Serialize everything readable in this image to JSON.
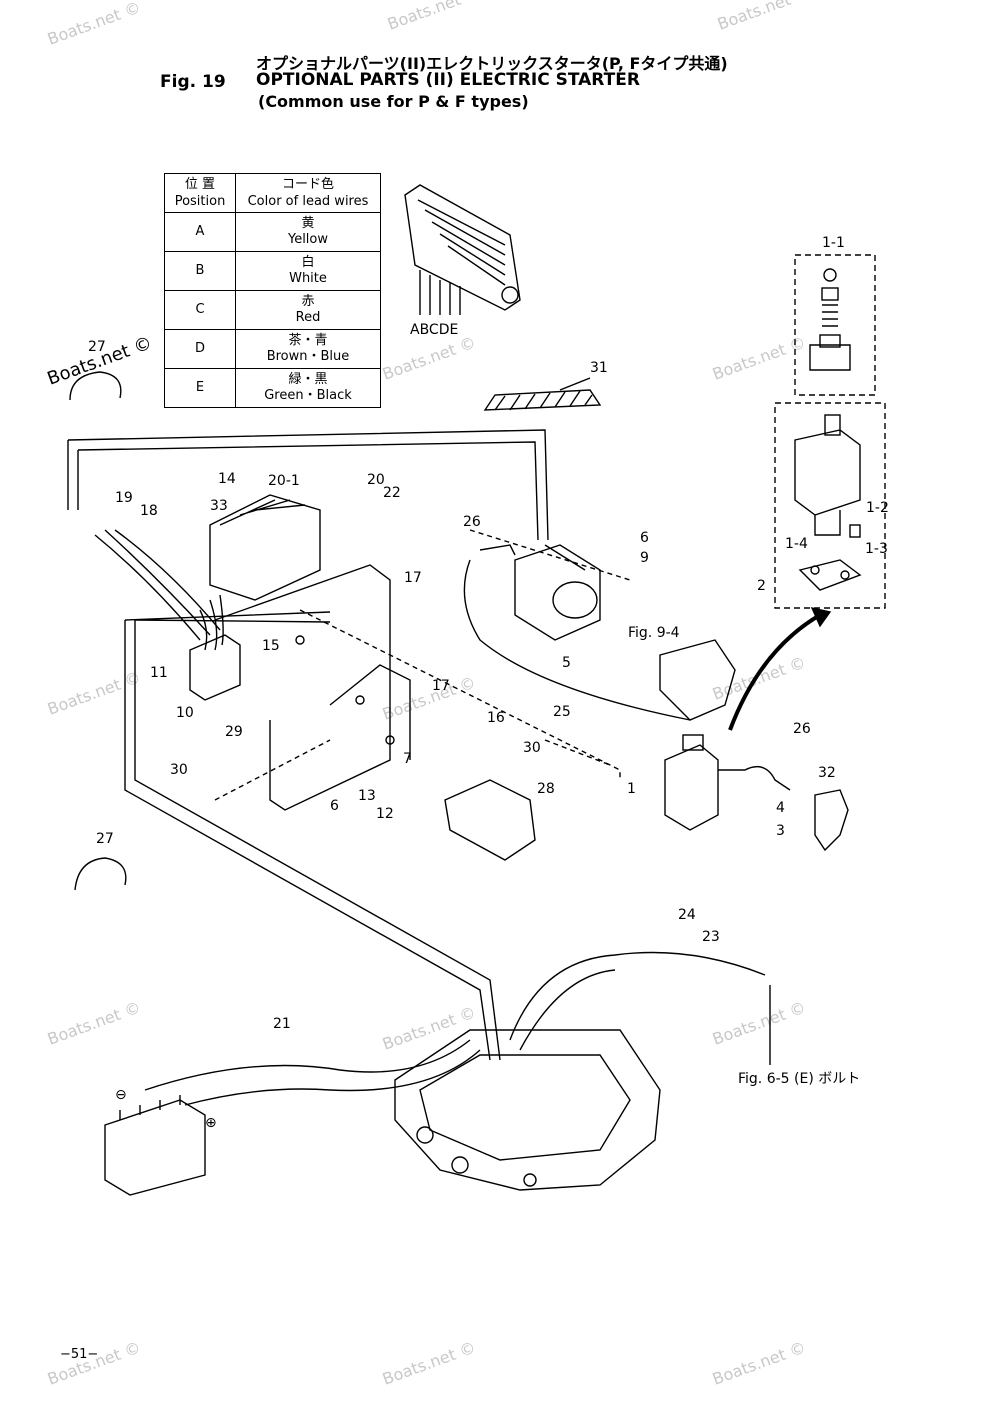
{
  "header": {
    "fig_no": "Fig. 19",
    "title_jp": "オプショナルパーツ(II)エレクトリックスタータ(P, Fタイプ共通)",
    "title_en": "OPTIONAL PARTS (II) ELECTRIC STARTER",
    "title_sub": "(Common use for P & F types)"
  },
  "wire_table": {
    "head_pos_jp": "位 置",
    "head_pos_en": "Position",
    "head_col_jp": "コード色",
    "head_col_en": "Color of lead wires",
    "rows": [
      {
        "pos": "A",
        "jp": "黄",
        "en": "Yellow"
      },
      {
        "pos": "B",
        "jp": "白",
        "en": "White"
      },
      {
        "pos": "C",
        "jp": "赤",
        "en": "Red"
      },
      {
        "pos": "D",
        "jp": "茶・青",
        "en": "Brown・Blue"
      },
      {
        "pos": "E",
        "jp": "緑・黒",
        "en": "Green・Black"
      }
    ]
  },
  "connector_label": "ABCDE",
  "references": {
    "fig_9_4": "Fig. 9-4",
    "fig_6_5": "Fig. 6-5 (E) ボルト"
  },
  "callouts": {
    "c1_1": "1-1",
    "c1_2": "1-2",
    "c1_3": "1-3",
    "c1_4": "1-4",
    "c1": "1",
    "c2": "2",
    "c3": "3",
    "c4": "4",
    "c5": "5",
    "c6a": "6",
    "c6b": "6",
    "c7": "7",
    "c9": "9",
    "c10": "10",
    "c11": "11",
    "c12": "12",
    "c13": "13",
    "c14": "14",
    "c15": "15",
    "c16": "16",
    "c17a": "17",
    "c17b": "17",
    "c18": "18",
    "c19": "19",
    "c20": "20",
    "c20_1": "20-1",
    "c21": "21",
    "c22": "22",
    "c23": "23",
    "c24": "24",
    "c25": "25",
    "c26a": "26",
    "c26b": "26",
    "c27a": "27",
    "c27b": "27",
    "c28": "28",
    "c29": "29",
    "c30a": "30",
    "c30b": "30",
    "c31": "31",
    "c32": "32",
    "c33": "33"
  },
  "battery_terminals": {
    "neg": "⊖",
    "pos": "⊕"
  },
  "watermark": "Boats.net ©",
  "page_number": "−51−"
}
